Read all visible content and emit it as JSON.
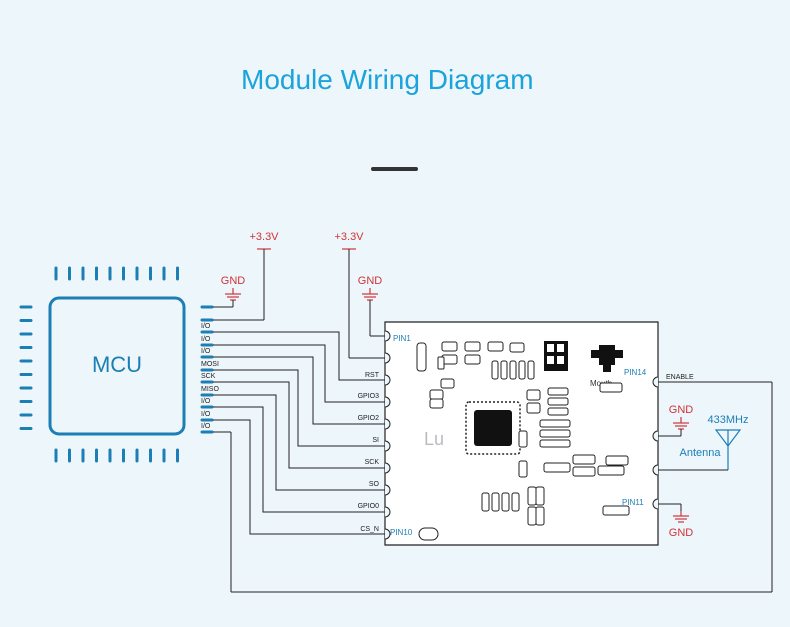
{
  "title": "Module Wiring Diagram",
  "mcu": {
    "label": "MCU",
    "pins": [
      "I/O",
      "I/O",
      "I/O",
      "MOSI",
      "SCK",
      "MISO",
      "I/O",
      "I/O",
      "I/O"
    ]
  },
  "power": {
    "vcc_left": "+3.3V",
    "vcc_right": "+3.3V",
    "gnd_left": "GND",
    "gnd_right": "GND"
  },
  "module": {
    "pin1": "PIN1",
    "pin10": "PIN10",
    "pin14": "PIN14",
    "pin11": "PIN11",
    "left_pins": [
      "RST",
      "GPIO3",
      "GPIO2",
      "SI",
      "SCK",
      "SO",
      "GPIO0",
      "CS_N"
    ],
    "silk_lu": "Lu",
    "silk_mouth": "Mouth"
  },
  "right_side": {
    "enable": "ENABLE",
    "gnd_top": "GND",
    "gnd_bottom": "GND",
    "freq": "433MHz",
    "antenna": "Antenna"
  },
  "colors": {
    "accent": "#1ba3db",
    "red": "#d13438",
    "wire": "#222222"
  }
}
